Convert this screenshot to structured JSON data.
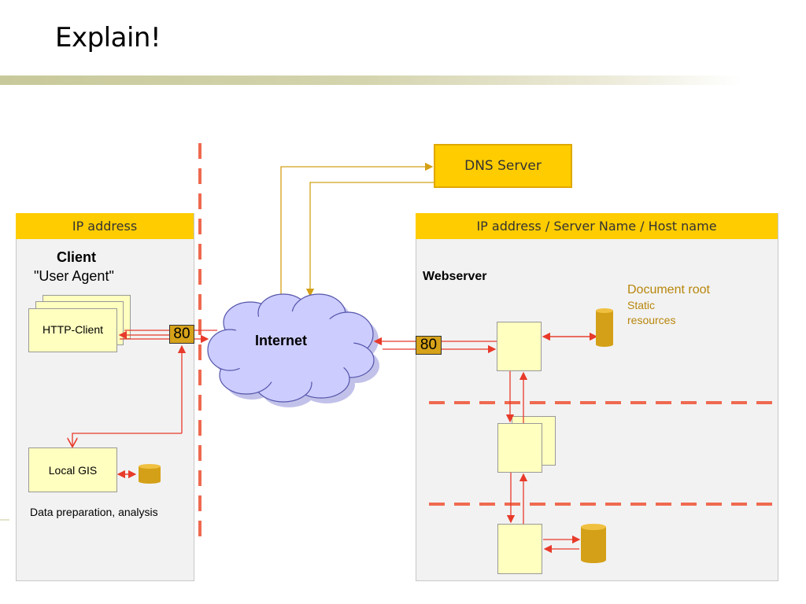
{
  "slide": {
    "title": "Explain!"
  },
  "dns": {
    "label": "DNS Server"
  },
  "client_panel": {
    "header": "IP address",
    "client_title": "Client",
    "user_agent": "\"User Agent\"",
    "http_client": "HTTP-Client",
    "port": "80",
    "local_gis": "Local GIS",
    "caption": "Data preparation, analysis"
  },
  "internet": {
    "label": "Internet"
  },
  "server_panel": {
    "header": "IP address / Server Name / Host name",
    "webserver": "Webserver",
    "port": "80",
    "doc_root": "Document root",
    "static": "Static",
    "resources": "resources"
  },
  "colors": {
    "header_yellow": "#ffcc00",
    "arrow_red": "#e83a2a",
    "dash_red": "#ef6a50",
    "dns_line": "#d4a017",
    "cloud_fill": "#ccccff",
    "cylinder": "#d4a017"
  }
}
